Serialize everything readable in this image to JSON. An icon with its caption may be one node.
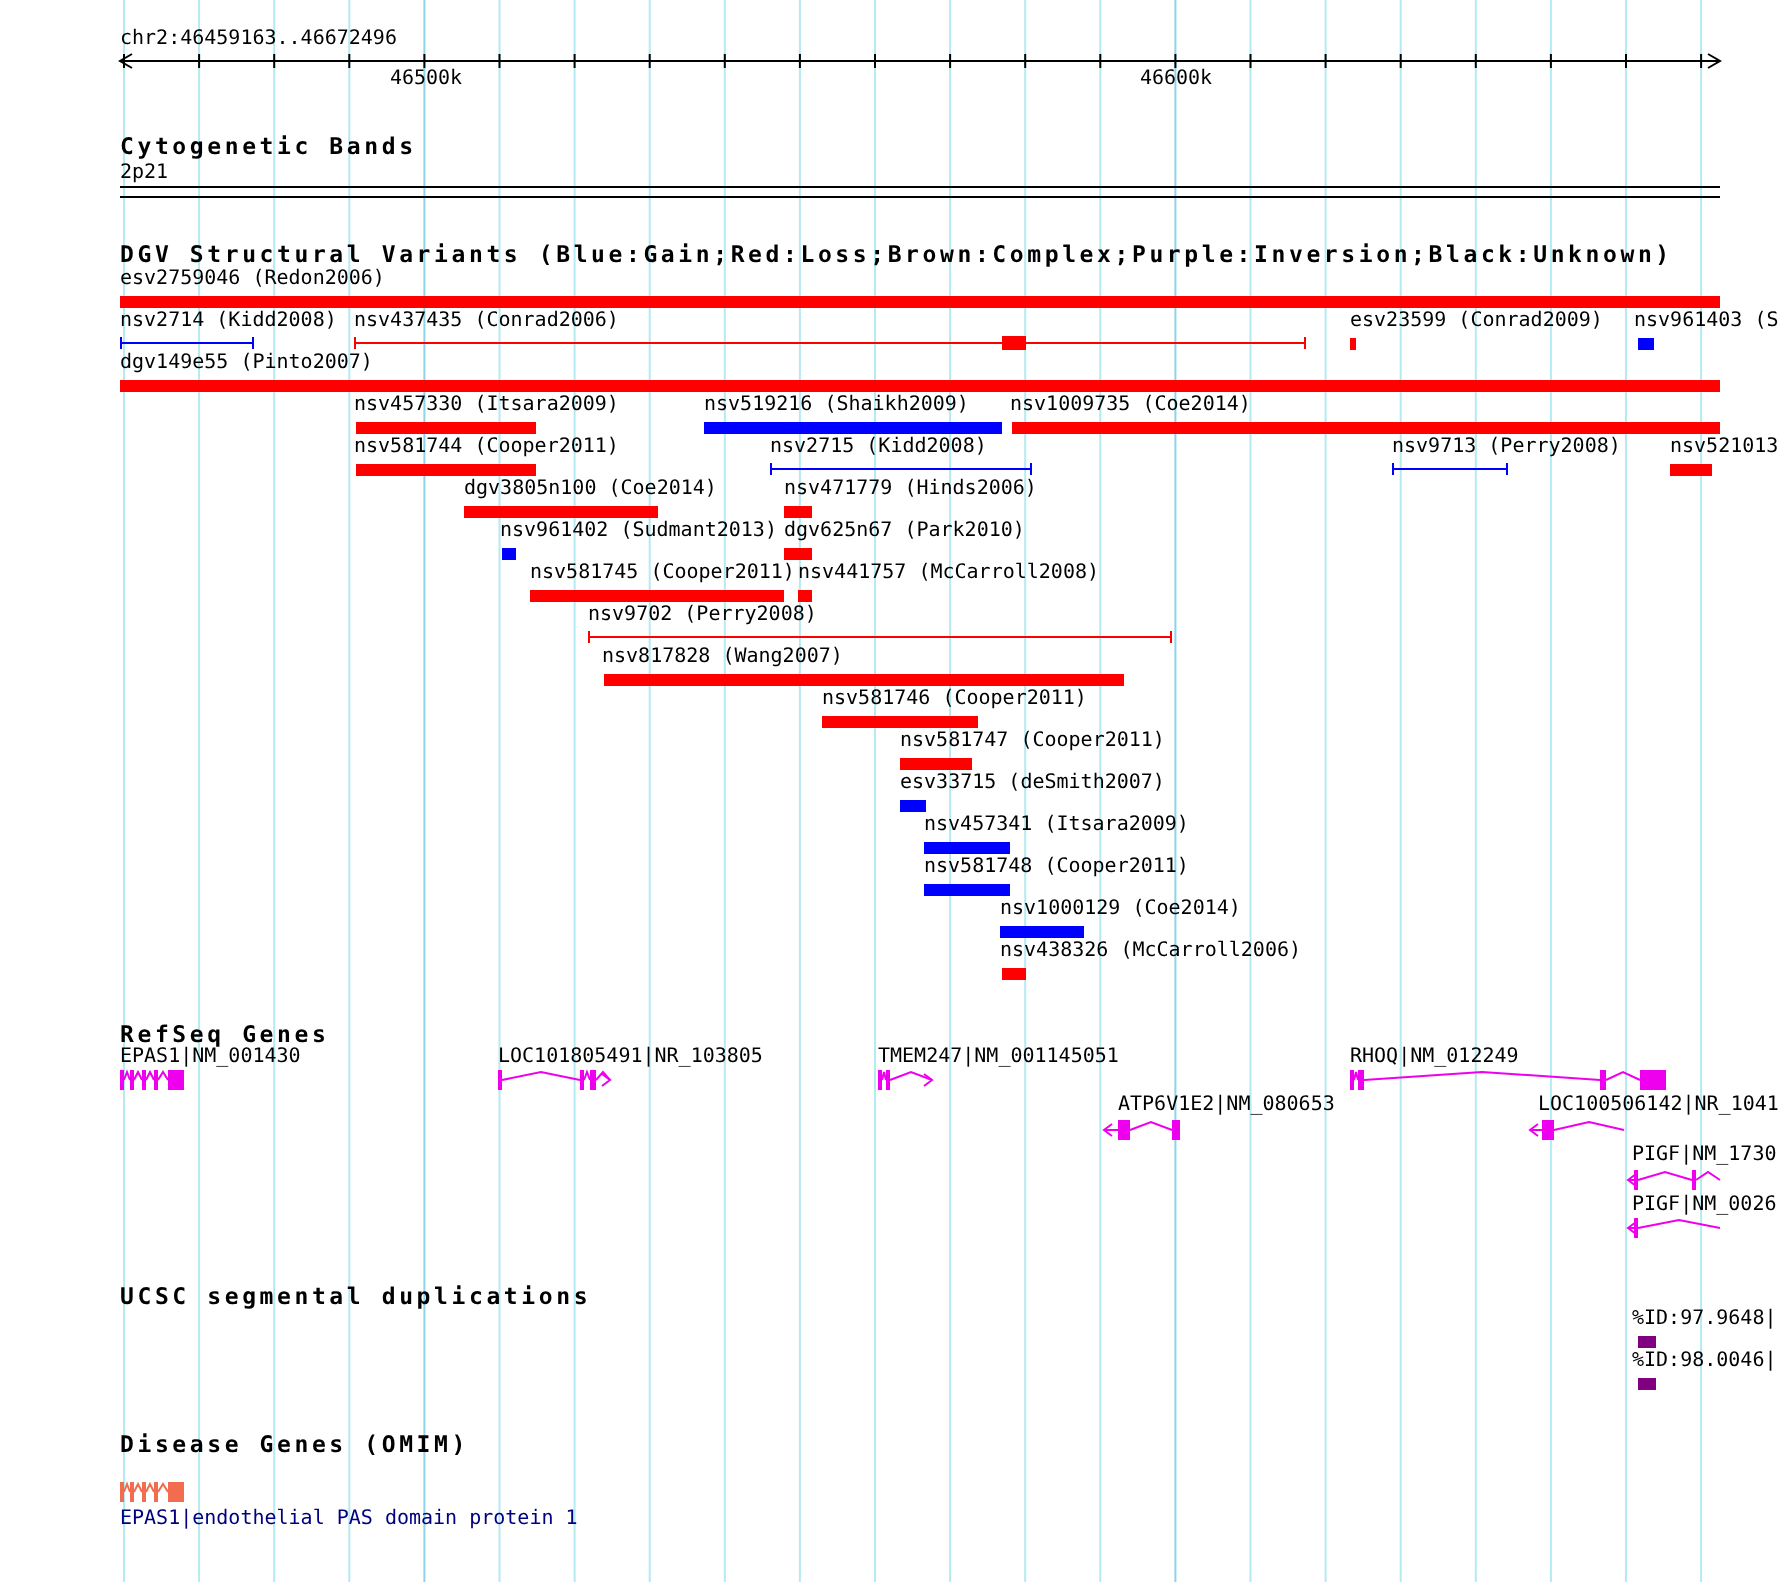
{
  "diagram": {
    "nodes": [
      {
        "text": [
          "esv2759046 (Redon2006)"
        ]
      },
      {
        "text": [
          "nsv2714 (Kidd2008)"
        ]
      },
      {
        "text": [
          "nsv437435 (Conrad2006)"
        ]
      },
      {
        "text": [
          "esv23599 (Conrad2009)"
        ]
      },
      {
        "text": [
          "nsv961403 (S"
        ]
      },
      {
        "text": [
          "dgv149e55 (Pinto2007)"
        ]
      },
      {
        "text": [
          "nsv457330 (Itsara2009)"
        ]
      },
      {
        "text": [
          "nsv519216 (Shaikh2009)"
        ]
      },
      {
        "text": [
          "nsv1009735 (Coe2014)"
        ]
      },
      {
        "text": [
          "nsv581744 (Cooper2011)"
        ]
      },
      {
        "text": [
          "nsv2715 (Kidd2008)"
        ]
      },
      {
        "text": [
          "nsv9713 (Perry2008)"
        ]
      },
      {
        "text": [
          "nsv521013"
        ]
      },
      {
        "text": [
          "dgv3805n100 (Coe2014)"
        ]
      },
      {
        "text": [
          "nsv471779 (Hinds2006)"
        ]
      },
      {
        "text": [
          "nsv961402 (Sudmant2013)"
        ]
      },
      {
        "text": [
          "dgv625n67 (Park2010)"
        ]
      },
      {
        "text": [
          "nsv581745 (Cooper2011)"
        ]
      },
      {
        "text": [
          "nsv441757 (McCarroll2008)"
        ]
      },
      {
        "text": [
          "nsv9702 (Perry2008)"
        ]
      },
      {
        "text": [
          "nsv817828 (Wang2007)"
        ]
      },
      {
        "text": [
          "nsv581746 (Cooper2011)"
        ]
      },
      {
        "text": [
          "nsv581747 (Cooper2011)"
        ]
      },
      {
        "text": [
          "esv33715 (deSmith2007)"
        ]
      },
      {
        "text": [
          "nsv457341 (Itsara2009)"
        ]
      },
      {
        "text": [
          "nsv581748 (Cooper2011)"
        ]
      },
      {
        "text": [
          "nsv1000129 (Coe2014)"
        ]
      },
      {
        "text": [
          "nsv438326 (McCarroll2006)"
        ]
      },
      {
        "text": [
          "EPAS1|NM_001430"
        ]
      },
      {
        "text": [
          "LOC101805491|NR_103805"
        ]
      },
      {
        "text": [
          "TMEM247|NM_001145051"
        ]
      },
      {
        "text": [
          "RHOQ|NM_012249"
        ]
      },
      {
        "text": [
          "ATP6V1E2|NM_080653"
        ]
      },
      {
        "text": [
          "LOC100506142|NR_1041"
        ]
      },
      {
        "text": [
          "PIGF|NM_1730"
        ]
      },
      {
        "text": [
          "PIGF|NM_0026"
        ]
      },
      {
        "text": [
          "%ID:97.9648|"
        ]
      },
      {
        "text": [
          "%ID:98.0046|"
        ]
      },
      {
        "text": [
          "EPAS1|endothelial PAS domain protein 1"
        ]
      }
    ],
    "labels": [
      "chr2:46459163..46672496",
      "46500k",
      "46600k",
      "Cytogenetic Bands",
      "2p21",
      "DGV Structural Variants (Blue:Gain;Red:Loss;Brown:Complex;Purple:Inversion;Black:Unknown)",
      "RefSeq Genes",
      "UCSC segmental duplications",
      "Disease Genes (OMIM)"
    ]
  }
}
